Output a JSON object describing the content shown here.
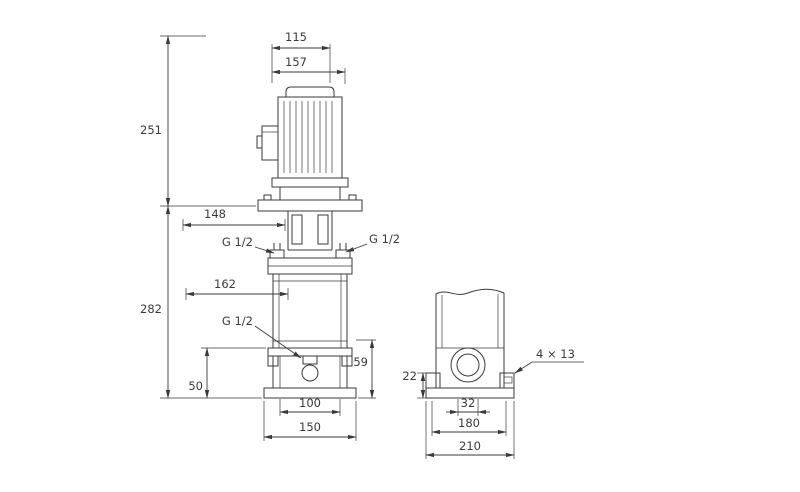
{
  "drawing": {
    "background": "#ffffff",
    "line_color": "#3a3a3a",
    "dims": {
      "d115": "115",
      "d157": "157",
      "d251": "251",
      "d148": "148",
      "g12_left": "G 1/2",
      "g12_right": "G 1/2",
      "d282": "282",
      "d162": "162",
      "g12_drain": "G 1/2",
      "d50": "50",
      "d59": "59",
      "d100": "100",
      "d150": "150",
      "d22": "22",
      "d32": "32",
      "d180": "180",
      "d210": "210",
      "bolt_holes": "4 × 13"
    }
  }
}
